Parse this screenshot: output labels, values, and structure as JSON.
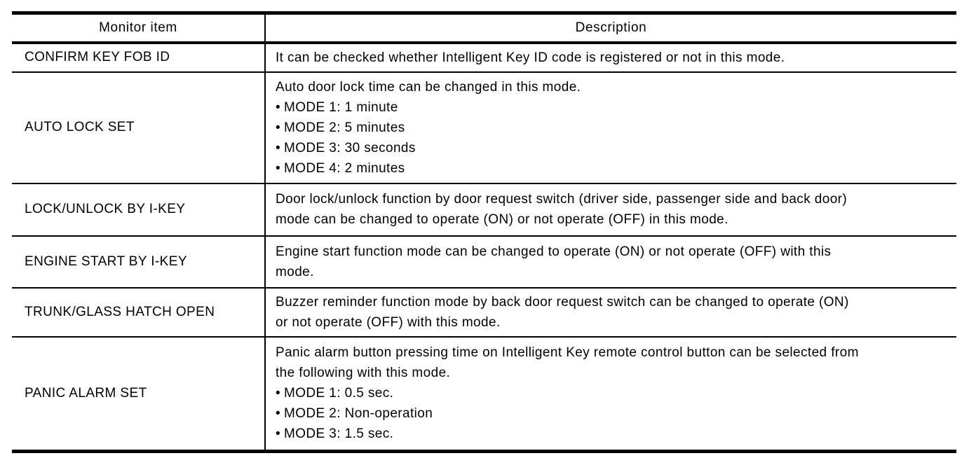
{
  "document": {
    "background_color": "#ffffff",
    "text_color": "#000000",
    "border_color": "#000000"
  },
  "table": {
    "bullet_char": "•",
    "headers": [
      "Monitor item",
      "Description"
    ],
    "rows": [
      {
        "item": "CONFIRM KEY FOB ID",
        "description": "It can be checked whether Intelligent Key ID code is registered or not in this mode.",
        "bullets": []
      },
      {
        "item": "AUTO LOCK SET",
        "description": "Auto door lock time can be changed in this mode.",
        "bullets": [
          "MODE 1: 1 minute",
          "MODE 2: 5 minutes",
          "MODE 3: 30 seconds",
          "MODE 4: 2 minutes"
        ]
      },
      {
        "item": "LOCK/UNLOCK BY I-KEY",
        "description": "Door lock/unlock function by door request switch (driver side, passenger side and back door)\nmode can be changed to operate (ON) or not operate (OFF) in this mode.",
        "bullets": []
      },
      {
        "item": "ENGINE START BY I-KEY",
        "description": "Engine start function mode can be changed to operate (ON) or not operate (OFF) with this\nmode.",
        "bullets": []
      },
      {
        "item": "TRUNK/GLASS HATCH OPEN",
        "description": "Buzzer reminder function mode by back door request switch can be changed to operate (ON)\nor not operate (OFF) with this mode.",
        "bullets": []
      },
      {
        "item": "PANIC ALARM SET",
        "description": "Panic alarm button pressing time on Intelligent Key remote control button can be selected from\nthe following with this mode.",
        "bullets": [
          "MODE 1: 0.5 sec.",
          "MODE 2: Non-operation",
          "MODE 3: 1.5 sec."
        ]
      }
    ]
  }
}
